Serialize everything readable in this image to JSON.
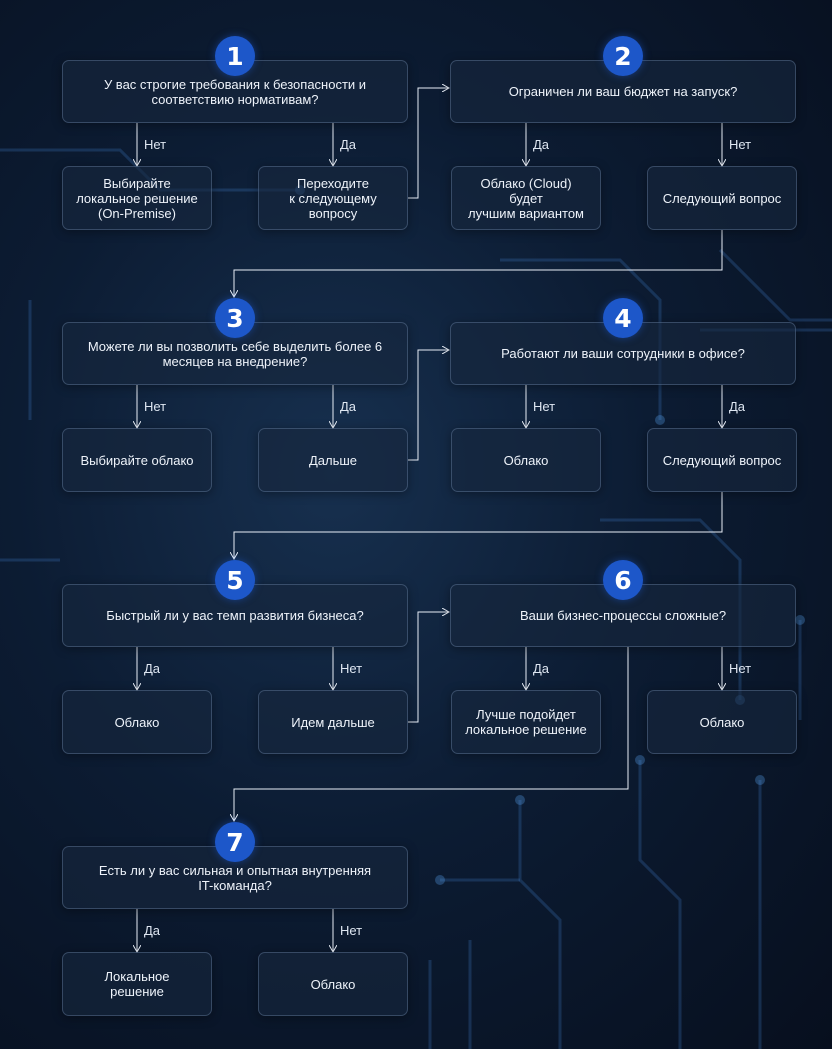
{
  "steps": [
    {
      "number": "1",
      "question": "У вас строгие требования к безопасности и\nсоответствию нормативам?",
      "left_label": "Нет",
      "right_label": "Да",
      "left_answer": "Выбирайте\nлокальное решение\n(On-Premise)",
      "right_answer": "Переходите\nк следующему\nвопросу"
    },
    {
      "number": "2",
      "question": "Ограничен ли ваш бюджет на запуск?",
      "left_label": "Да",
      "right_label": "Нет",
      "left_answer": "Облако (Cloud) будет\nлучшим вариантом",
      "right_answer": "Следующий вопрос"
    },
    {
      "number": "3",
      "question": "Можете ли вы позволить себе выделить более 6\nмесяцев на внедрение?",
      "left_label": "Нет",
      "right_label": "Да",
      "left_answer": "Выбирайте облако",
      "right_answer": "Дальше"
    },
    {
      "number": "4",
      "question": "Работают ли ваши сотрудники в офисе?",
      "left_label": "Нет",
      "right_label": "Да",
      "left_answer": "Облако",
      "right_answer": "Следующий вопрос"
    },
    {
      "number": "5",
      "question": "Быстрый ли у вас темп развития бизнеса?",
      "left_label": "Да",
      "right_label": "Нет",
      "left_answer": "Облако",
      "right_answer": "Идем дальше"
    },
    {
      "number": "6",
      "question": "Ваши бизнес-процессы сложные?",
      "left_label": "Да",
      "right_label": "Нет",
      "left_answer": "Лучше подойдет\nлокальное решение",
      "right_answer": "Облако"
    },
    {
      "number": "7",
      "question": "Есть ли у вас сильная и опытная внутренняя\nIT-команда?",
      "left_label": "Да",
      "right_label": "Нет",
      "left_answer": "Локальное\nрешение",
      "right_answer": "Облако"
    }
  ],
  "colors": {
    "badge": "#1d57c9",
    "connector": "#e8eef7",
    "box_border": "#96b4dc"
  }
}
